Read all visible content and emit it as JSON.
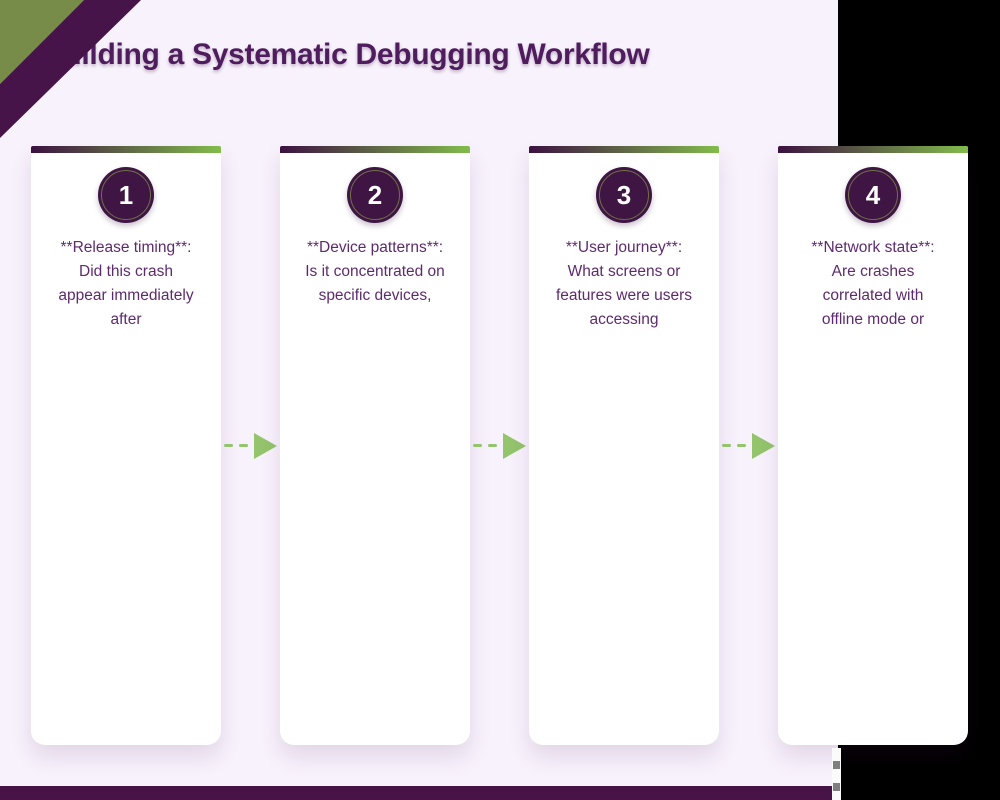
{
  "page": {
    "title": "Building a Systematic Debugging Workflow"
  },
  "steps": [
    {
      "number": "1",
      "text": "**Release timing**: Did this crash appear immediately after"
    },
    {
      "number": "2",
      "text": "**Device patterns**: Is it concentrated on specific devices,"
    },
    {
      "number": "3",
      "text": "**User journey**: What screens or features were users accessing"
    },
    {
      "number": "4",
      "text": "**Network state**: Are crashes correlated with offline mode or"
    }
  ],
  "colors": {
    "page_background": "#f8f2fc",
    "backdrop": "#000000",
    "title_purple": "#4f1c5e",
    "text_purple": "#5e2a6e",
    "circle_fill": "#3e1543",
    "circle_ring_olive": "#6f7049",
    "corner_green": "#778c48",
    "corner_stripe_purple": "#471449",
    "footer_purple": "#481447",
    "arrow_green": "#94c46c",
    "card_bar_gradient_start": "#3c1141",
    "card_bar_gradient_end": "#82bc4b"
  },
  "icons": {
    "flow_arrow": "dashed-right-arrow"
  }
}
